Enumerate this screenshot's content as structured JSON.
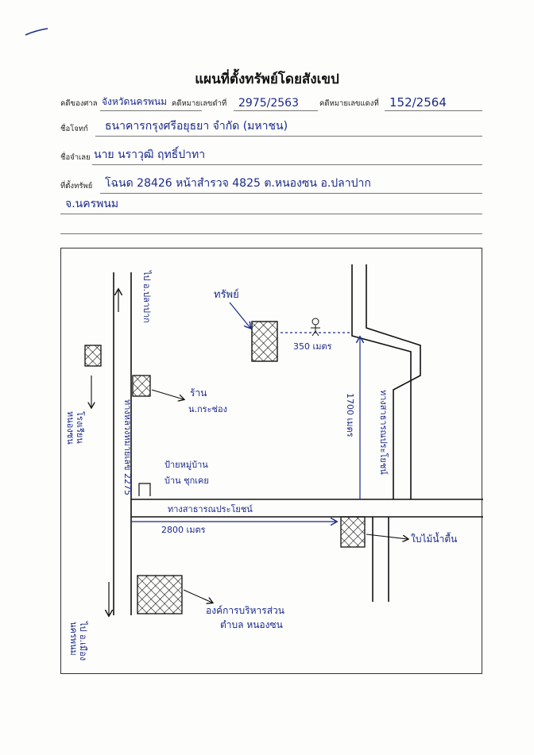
{
  "header": {
    "title": "แผนที่ตั้งทรัพย์โดยสังเขป"
  },
  "form": {
    "court_label": "คดีของศาล",
    "court_value": "จังหวัดนครพนม",
    "black_case_label": "คดีหมายเลขดำที่",
    "black_case_value": "2975/2563",
    "red_case_label": "คดีหมายเลขแดงที่",
    "red_case_value": "152/2564",
    "plaintiff_label": "ชื่อโจทก์",
    "plaintiff_value": "ธนาคารกรุงศรีอยุธยา จำกัด (มหาชน)",
    "defendant_label": "ชื่อจำเลย",
    "defendant_value": "นาย นราวุฒิ ฤทธิ์ปาทา",
    "location_label": "ที่ตั้งทรัพย์",
    "location_value": "โฉนด 28426 หน้าสำรวจ 4825 ต.หนองซน อ.ปลาปาก",
    "location_value_2": "จ.นครพนม"
  },
  "map": {
    "labels": {
      "asset": "ทรัพย์",
      "dist_350": "350 เมตร",
      "dist_1700": "1700 เมตร",
      "dist_2800": "2800 เมตร",
      "shop": "ร้าน",
      "shop_owner": "น.กระช่อง",
      "village_sign": "ป้ายหมู่บ้าน",
      "village_name": "บ้าน ชุกเคย",
      "main_road": "ทางหลวงหมายเลข 2275",
      "to_plapak": "ไป อ.ปลาปาก",
      "to_nakhon_phanom": "ไป อ.เมือง",
      "to_nakhon_phanom_2": "นครพนม",
      "subdistrict_office": "องค์การบริหารส่วน",
      "subdistrict_office_2": "ตำบล หนองซน",
      "school": "โรงเรียน",
      "school_2": "หนองซน",
      "branch_road": "ทางสาธารณประโยชน์",
      "side_road": "ทางสาธารณประโยชน์",
      "marker_pole": "ใบไม้น้ำตื้น"
    }
  }
}
